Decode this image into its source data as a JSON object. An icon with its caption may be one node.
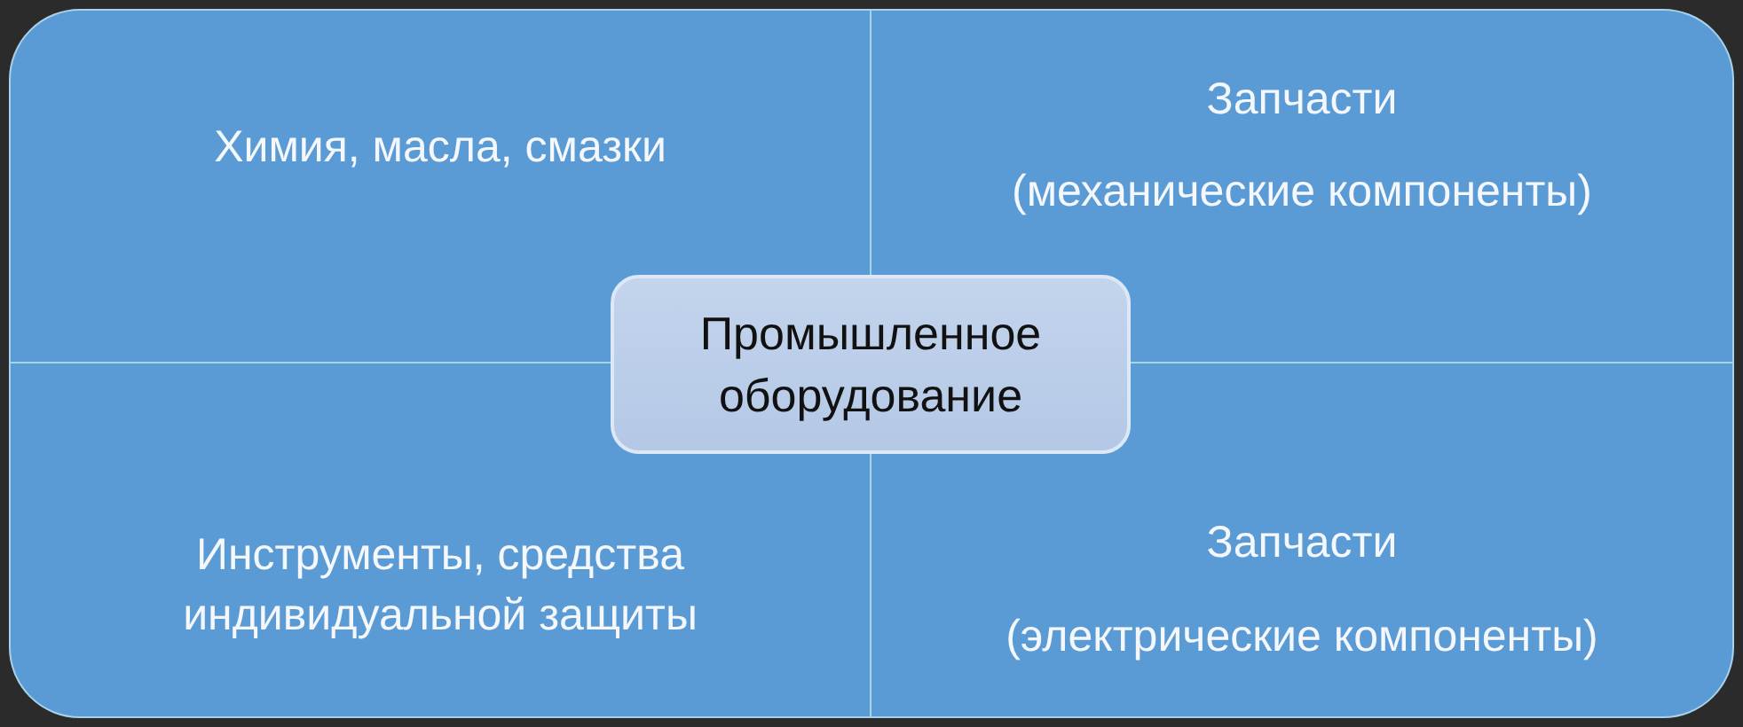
{
  "diagram": {
    "nodes": [
      {
        "text": [
          "Химия, масла, смазки"
        ]
      },
      {
        "text": [
          "Запчасти",
          "(механические компоненты)"
        ]
      },
      {
        "text": [
          "Промышленное оборудование"
        ]
      },
      {
        "text": [
          "Инструменты, средства индивидуальной защиты"
        ]
      },
      {
        "text": [
          "Запчасти",
          "(электрические компоненты)"
        ]
      }
    ]
  }
}
